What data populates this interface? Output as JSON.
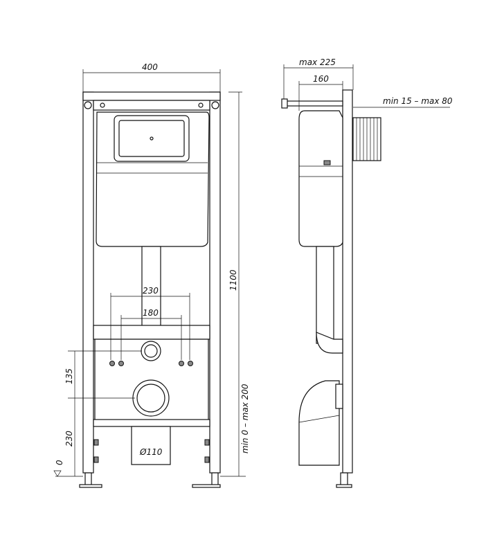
{
  "title": "Wall-hung toilet installation frame — dimensional drawing",
  "front_view": {
    "width_label": "400",
    "height_label": "1100",
    "bolt_outer_label": "230",
    "bolt_inner_label": "180",
    "outlet_spacing_label": "135",
    "outlet_height_label": "230",
    "floor_label": "0",
    "pipe_label": "Ø110",
    "leg_adjust_label": "min 0 – max 200"
  },
  "side_view": {
    "depth_max_label": "max 225",
    "depth_label": "160",
    "wall_offset_label": "min 15 – max 80"
  }
}
